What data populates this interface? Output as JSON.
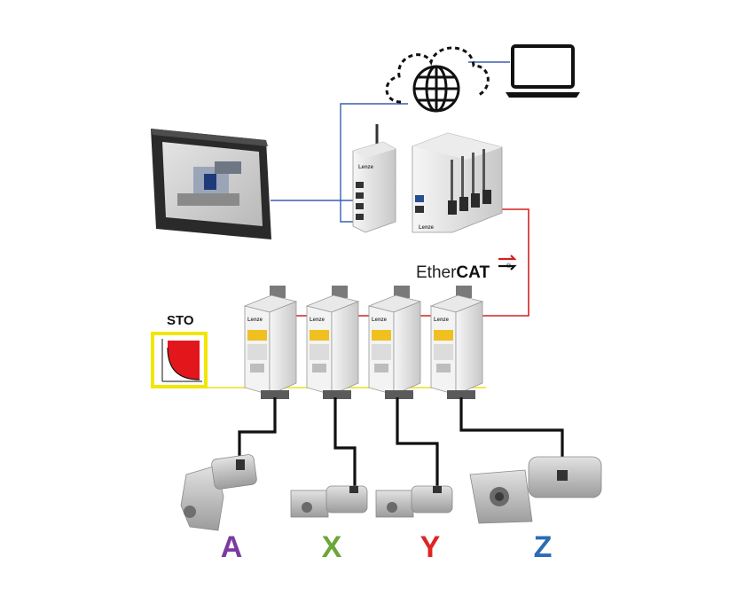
{
  "diagram": {
    "ethercat": {
      "part1": "Ether",
      "part2": "CAT",
      "reg": "®"
    },
    "sto_label": "STO",
    "brand_label": "Lenze",
    "axes": [
      {
        "label": "A",
        "color": "#7b3aa0"
      },
      {
        "label": "X",
        "color": "#6aa63a"
      },
      {
        "label": "Y",
        "color": "#e02424"
      },
      {
        "label": "Z",
        "color": "#2b6cb3"
      }
    ],
    "colors": {
      "ethercat_line": "#d62020",
      "network_line": "#3a5fb0",
      "safety_line": "#e8e020",
      "motor_cable": "#111111",
      "sto_box": "#f2e600",
      "sto_fill": "#e3161b"
    },
    "icons": [
      "cloud-globe-icon",
      "laptop-icon",
      "hmi-panel",
      "gateway-device",
      "controller-device",
      "inverter-drive",
      "geared-motor"
    ]
  }
}
